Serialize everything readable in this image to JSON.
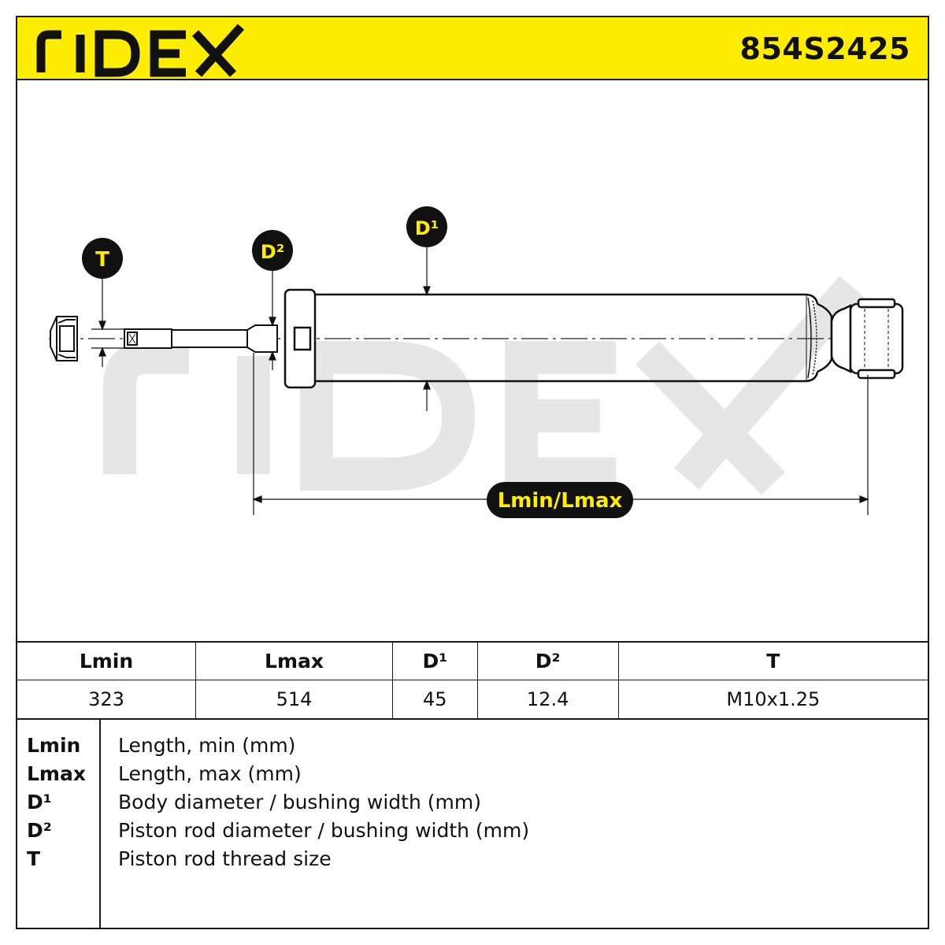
{
  "header": {
    "brand": "RIDEX",
    "part_number": "854S2425",
    "background_color": "#ffed00"
  },
  "drawing": {
    "watermark": "RIDEX",
    "labels": {
      "t": "T",
      "d2": "D²",
      "d1": "D¹",
      "length": "Lmin/Lmax"
    }
  },
  "table": {
    "headers": [
      "Lmin",
      "Lmax",
      "D¹",
      "D²",
      "T"
    ],
    "values": [
      "323",
      "514",
      "45",
      "12.4",
      "M10x1.25"
    ]
  },
  "legend": [
    {
      "key": "Lmin",
      "desc": "Length, min (mm)"
    },
    {
      "key": "Lmax",
      "desc": "Length, max (mm)"
    },
    {
      "key": "D¹",
      "desc": "Body diameter / bushing width (mm)"
    },
    {
      "key": "D²",
      "desc": "Piston rod diameter / bushing width (mm)"
    },
    {
      "key": "T",
      "desc": "Piston rod thread size"
    }
  ]
}
